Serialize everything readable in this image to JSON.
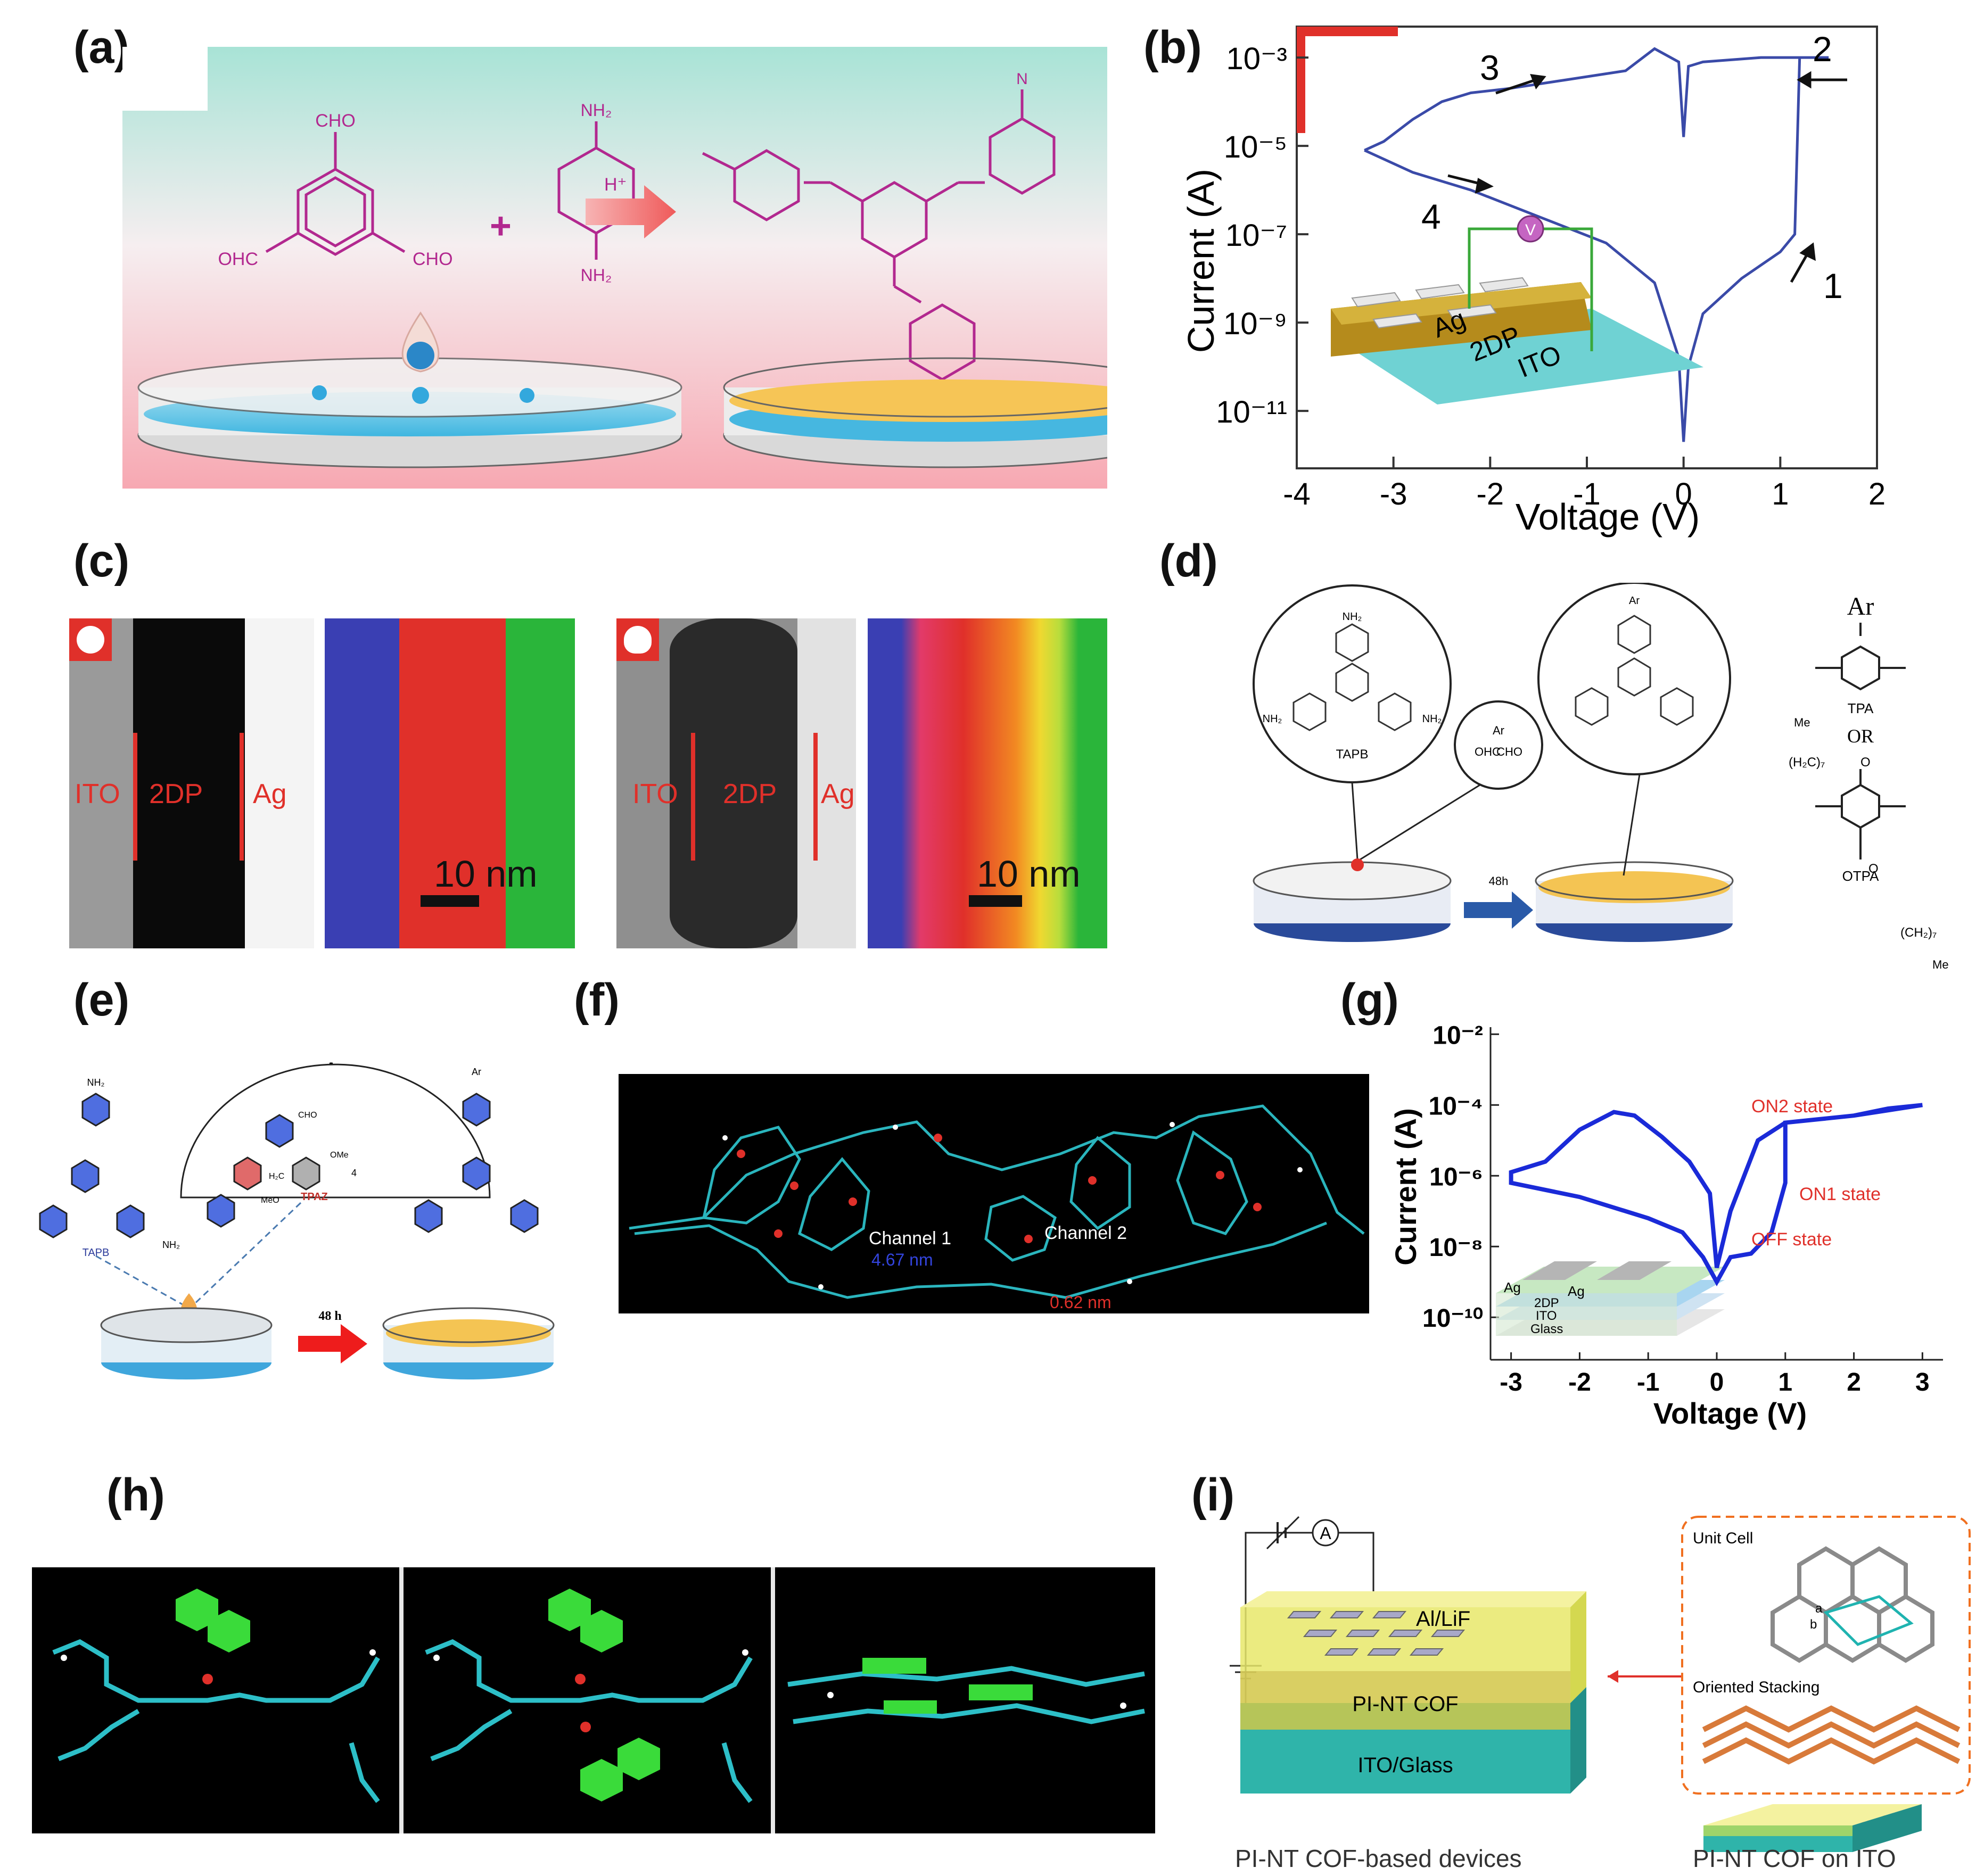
{
  "panel_labels": {
    "a": "(a)",
    "b": "(b)",
    "c": "(c)",
    "d": "(d)",
    "e": "(e)",
    "f": "(f)",
    "g": "(g)",
    "h": "(h)",
    "i": "(i)"
  },
  "panel_a": {
    "cho_top": "CHO",
    "ohc_left": "OHC",
    "cho_right": "CHO",
    "nh2_top": "NH₂",
    "nh2_bottom": "NH₂",
    "plus": "+",
    "acid": "H⁺",
    "n_label": "N"
  },
  "panel_b": {
    "xlabel": "Voltage (V)",
    "ylabel": "Current (A)",
    "xticks": [
      "-4",
      "-3",
      "-2",
      "-1",
      "0",
      "1",
      "2"
    ],
    "yticks": [
      "10⁻³",
      "10⁻⁵",
      "10⁻⁷",
      "10⁻⁹",
      "10⁻¹¹"
    ],
    "sweep_labels": [
      "1",
      "2",
      "3",
      "4"
    ],
    "inset": {
      "ag": "Ag",
      "film": "2DP",
      "ito": "ITO",
      "meter": "V"
    }
  },
  "panel_c": {
    "labels_left": {
      "ito": "ITO",
      "film": "2DP",
      "ag": "Ag"
    },
    "labels_right": {
      "ito": "ITO",
      "film": "2DP",
      "ag": "Ag"
    },
    "scale_left": "10 nm",
    "scale_right": "10 nm"
  },
  "panel_d": {
    "tapb": "TAPB",
    "ar": "Ar",
    "ohc": "OHC",
    "cho": "CHO",
    "nh2": "NH₂",
    "time": "48h",
    "tpa": "TPA",
    "or": "OR",
    "otpa": "OTPA",
    "me": "Me",
    "ch2_7": "(H₂C)₇",
    "ch2_right": "(CH₂)₇",
    "o": "O"
  },
  "panel_e": {
    "ar": "Ar",
    "tapb": "TAPB",
    "tpaz": "TPAZ",
    "time": "48 h",
    "nh2": "NH₂",
    "cho": "CHO",
    "ome": "OMe",
    "meo": "MeO",
    "h2c": "H₂C",
    "four": "4"
  },
  "panel_f": {
    "channel1": "Channel 1",
    "channel1_size": "4.67 nm",
    "channel2": "Channel 2",
    "channel2_size": "0.62 nm"
  },
  "panel_g": {
    "xlabel": "Voltage (V)",
    "ylabel": "Current (A)",
    "xticks": [
      "-3",
      "-2",
      "-1",
      "0",
      "1",
      "2",
      "3"
    ],
    "yticks": [
      "10⁻²",
      "10⁻⁴",
      "10⁻⁶",
      "10⁻⁸",
      "10⁻¹⁰"
    ],
    "states": {
      "on2": "ON2 state",
      "on1": "ON1 state",
      "off": "OFF state"
    },
    "inset": {
      "ag1": "Ag",
      "ag2": "Ag",
      "film": "2DP",
      "ito": "ITO",
      "glass": "Glass"
    }
  },
  "panel_i": {
    "electrode": "Al/LiF",
    "film": "PI-NT COF",
    "substrate": "ITO/Glass",
    "meter": "A",
    "unit_cell": "Unit Cell",
    "stacking": "Oriented Stacking",
    "caption_left": "PI-NT COF-based devices",
    "caption_right": "PI-NT COF on ITO",
    "lattice_a": "a",
    "lattice_b": "b"
  },
  "colors": {
    "red": "#e0302a",
    "blue": "#3a4aa8",
    "cyan": "#1fb3c4",
    "green": "#2ab53a",
    "gold": "#f4c453"
  }
}
